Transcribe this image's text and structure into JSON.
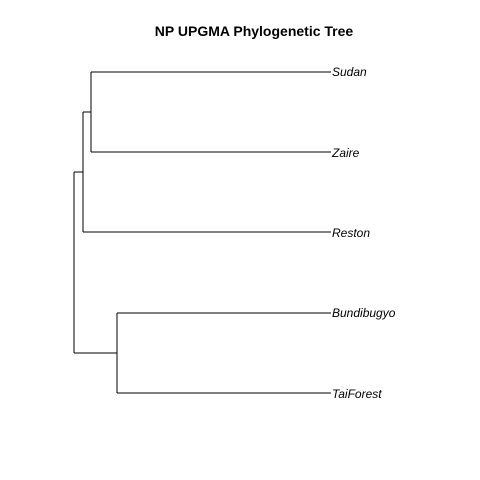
{
  "title": "NP UPGMA Phylogenetic Tree",
  "tips": [
    {
      "id": "sudan",
      "label": "Sudan"
    },
    {
      "id": "zaire",
      "label": "Zaire"
    },
    {
      "id": "reston",
      "label": "Reston"
    },
    {
      "id": "bundibugyo",
      "label": "Bundibugyo"
    },
    {
      "id": "taiforest",
      "label": "TaiForest"
    }
  ],
  "colors": {
    "branch": "#000000",
    "text": "#000000",
    "background": "#ffffff"
  }
}
